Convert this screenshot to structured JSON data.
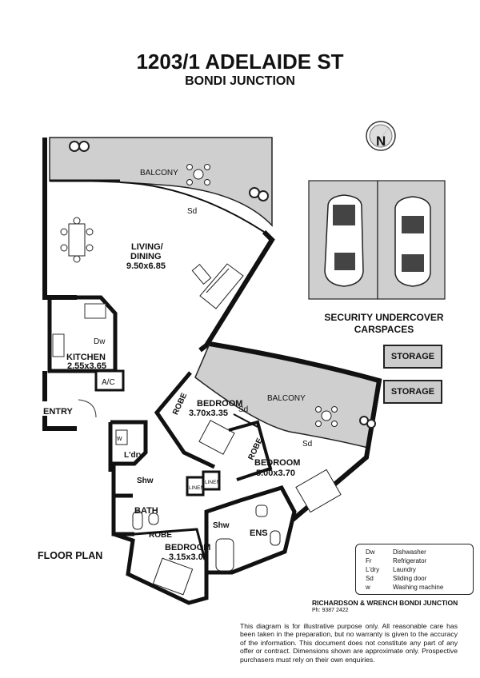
{
  "title": {
    "address": "1203/1 ADELAIDE ST",
    "suburb": "BONDI JUNCTION"
  },
  "compass_label": "N",
  "rooms": {
    "balcony_top": "BALCONY",
    "sliding_door_top": "Sd",
    "living_name": "LIVING/",
    "living_name2": "DINING",
    "living_dims": "9.50x6.85",
    "kitchen_name": "KITCHEN",
    "kitchen_dims": "2.55x3.65",
    "dishwasher": "Dw",
    "ac": "A/C",
    "entry": "ENTRY",
    "robe1": "ROBE",
    "bedroom1_name": "BEDROOM",
    "bedroom1_dims": "3.70x3.35",
    "sd_bed1": "Sd",
    "balcony_mid": "BALCONY",
    "sd_bed2": "Sd",
    "robe2": "ROBE",
    "bedroom2_name": "BEDROOM",
    "bedroom2_dims": "5.00x3.70",
    "washer": "w",
    "laundry": "L'dry",
    "shw1": "Shw",
    "linen1": "LINEN",
    "linen2": "LINEN",
    "bath": "BATH",
    "shw2": "Shw",
    "ens": "ENS",
    "robe3": "ROBE",
    "bedroom3_name": "BEDROOM",
    "bedroom3_dims": "3.15x3.05"
  },
  "carspaces_label": [
    "SECURITY UNDERCOVER",
    "CARSPACES"
  ],
  "storage": [
    "STORAGE",
    "STORAGE"
  ],
  "floor_plan_label": "FLOOR PLAN",
  "legend": [
    {
      "key": "Dw",
      "value": "Dishwasher"
    },
    {
      "key": "Fr",
      "value": "Refrigerator"
    },
    {
      "key": "L'dry",
      "value": "Laundry"
    },
    {
      "key": "Sd",
      "value": "Sliding door"
    },
    {
      "key": "w",
      "value": "Washing machine"
    }
  ],
  "agency": "RICHARDSON & WRENCH BONDI JUNCTION",
  "phone": "Ph: 9387 2422",
  "disclaimer": "This diagram is for illustrative purpose only. All reasonable care has been taken in the preparation, but no warranty is given to the accuracy of the information. This document does not constitute any part of any offer or contract. Dimensions shown are approximate only. Prospective purchasers must rely on their own enquiries.",
  "colors": {
    "balcony_fill": "#cfcfcf",
    "car_bay_fill": "#cfcfcf",
    "wall": "#111111"
  }
}
